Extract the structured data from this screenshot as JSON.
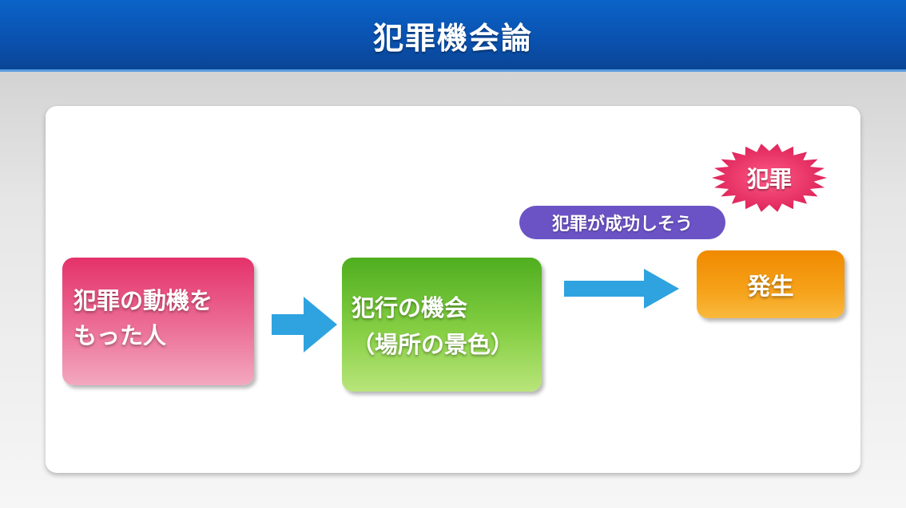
{
  "header": {
    "title": "犯罪機会論"
  },
  "diagram": {
    "motive_box": {
      "lines": [
        "犯罪の動機を",
        "もった人"
      ]
    },
    "opportunity_box": {
      "lines": [
        "犯行の機会",
        "（場所の景色）"
      ]
    },
    "occurs_box": {
      "label": "発生"
    },
    "condition_label": "犯罪が成功しそう",
    "crime_burst": {
      "label": "犯罪"
    }
  },
  "colors": {
    "header": "#0a52b0",
    "motive": "#e4326a",
    "opportunity": "#4fae1f",
    "occurs": "#f08a00",
    "condition_pill": "#6b53c6",
    "burst": "#e8245f",
    "arrow": "#2fa3e0"
  }
}
